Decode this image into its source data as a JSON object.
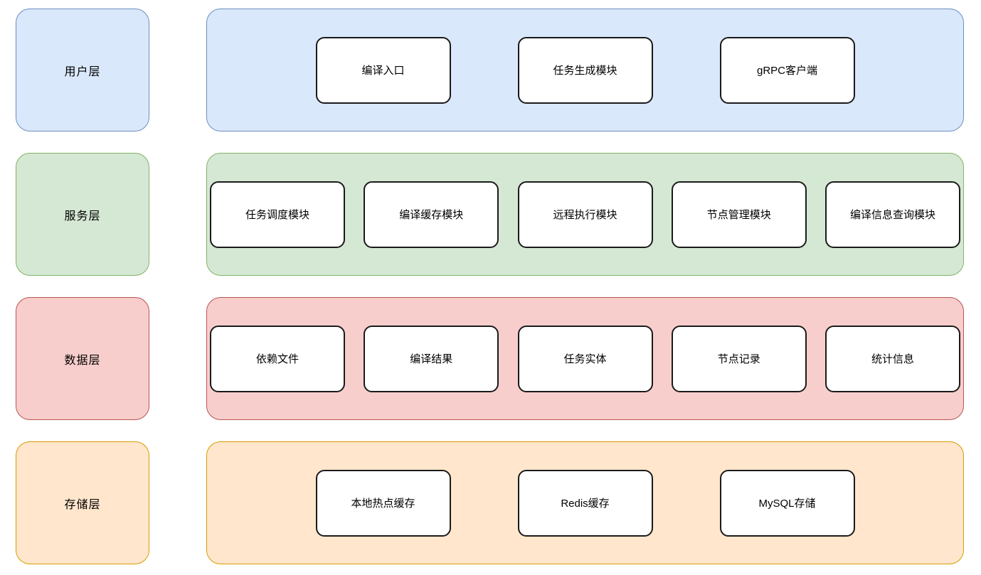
{
  "diagram": {
    "title": "layered-architecture",
    "layers": [
      {
        "name": "user-layer",
        "label": "用户层",
        "fill": "#dae8fc",
        "stroke": "#6c8ebf",
        "boxes": [
          "编译入口",
          "任务生成模块",
          "gRPC客户端"
        ]
      },
      {
        "name": "service-layer",
        "label": "服务层",
        "fill": "#d5e8d4",
        "stroke": "#82b366",
        "boxes": [
          "任务调度模块",
          "编译缓存模块",
          "远程执行模块",
          "节点管理模块",
          "编译信息查询模块"
        ]
      },
      {
        "name": "data-layer",
        "label": "数据层",
        "fill": "#f8cecc",
        "stroke": "#b85450",
        "boxes": [
          "依赖文件",
          "编译结果",
          "任务实体",
          "节点记录",
          "统计信息"
        ]
      },
      {
        "name": "storage-layer",
        "label": "存储层",
        "fill": "#ffe6cc",
        "stroke": "#d79b00",
        "boxes": [
          "本地热点缓存",
          "Redis缓存",
          "MySQL存储"
        ]
      }
    ]
  }
}
